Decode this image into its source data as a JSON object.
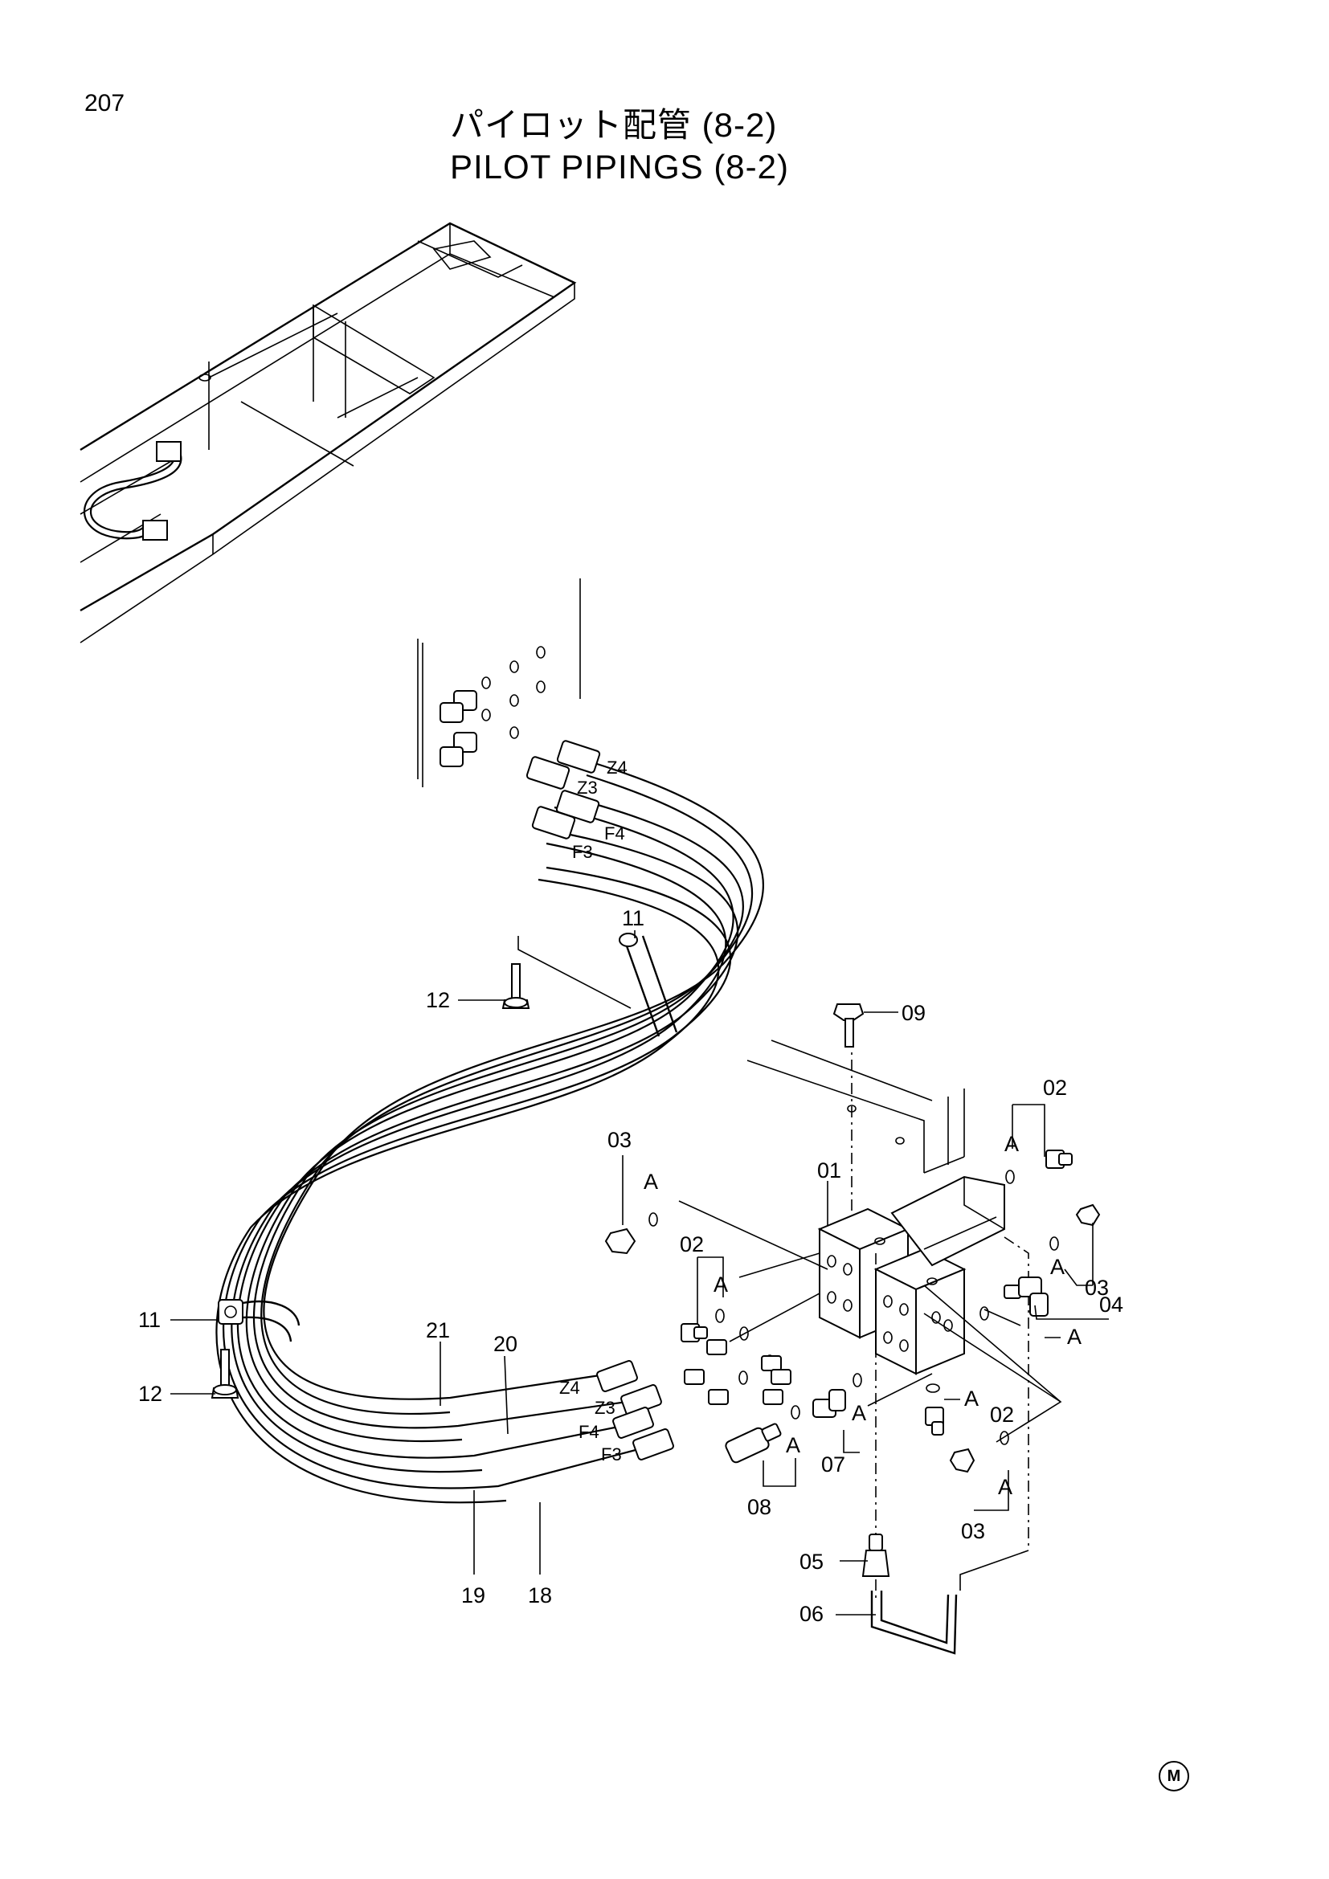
{
  "page_number": "207",
  "title": {
    "jp": "パイロット配管 (8-2)",
    "en": "PILOT PIPINGS (8-2)"
  },
  "callouts": {
    "p01": "01",
    "p02a": "02",
    "p02b": "02",
    "p02c": "02",
    "p03a": "03",
    "p03b": "03",
    "p03c": "03",
    "p04": "04",
    "p05": "05",
    "p06": "06",
    "p07": "07",
    "p08": "08",
    "p09": "09",
    "p11a": "11",
    "p11b": "11",
    "p12a": "12",
    "p12b": "12",
    "p18": "18",
    "p19": "19",
    "p20": "20",
    "p21": "21",
    "A1": "A",
    "A2": "A",
    "A3": "A",
    "A4": "A",
    "A5": "A",
    "A6": "A",
    "A7": "A",
    "A8": "A",
    "A9": "A"
  },
  "port_labels": {
    "z4_top": "Z4",
    "z3_top": "Z3",
    "f4_top": "F4",
    "f3_top": "F3",
    "z4_bot": "Z4",
    "z3_bot": "Z3",
    "f4_bot": "F4",
    "f3_bot": "F3"
  },
  "corner_mark": "M"
}
